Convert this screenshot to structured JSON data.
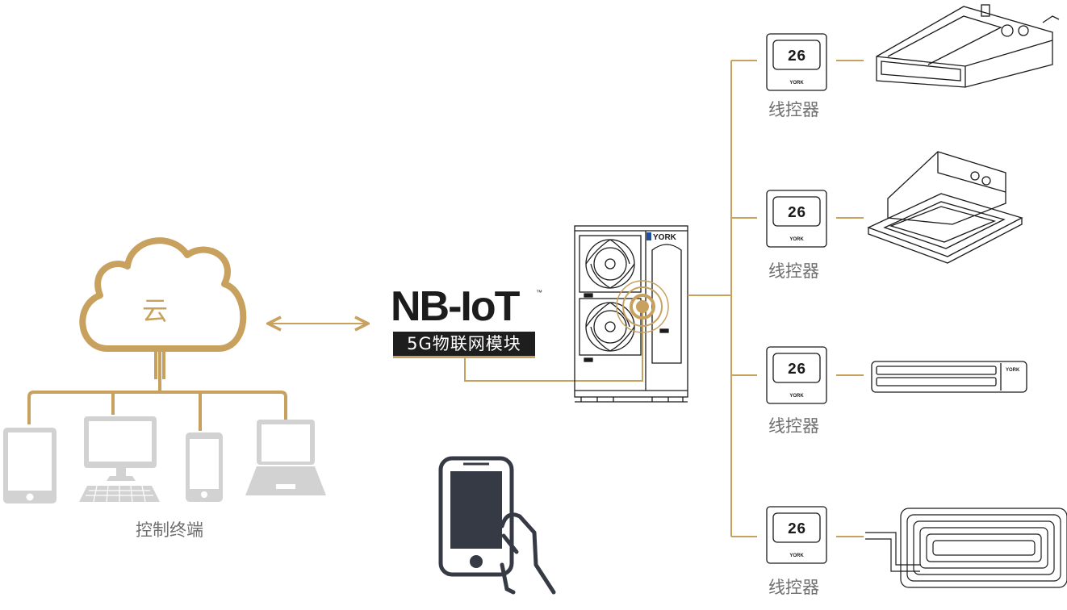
{
  "cloud": {
    "label": "云"
  },
  "terminals": {
    "label": "控制终端"
  },
  "module": {
    "brand": "NB-IoT",
    "tm": "™",
    "subtitle": "5G物联网模块"
  },
  "outdoor_unit": {
    "brand": "YORK"
  },
  "controllers": [
    {
      "label": "线控器",
      "display": "26",
      "brand": "YORK"
    },
    {
      "label": "线控器",
      "display": "26",
      "brand": "YORK"
    },
    {
      "label": "线控器",
      "display": "26",
      "brand": "YORK"
    },
    {
      "label": "线控器",
      "display": "26",
      "brand": "YORK"
    }
  ],
  "indoor_units": [
    {
      "type": "ducted-unit"
    },
    {
      "type": "cassette-unit"
    },
    {
      "type": "wall-unit",
      "brand": "YORK"
    },
    {
      "type": "floor-heating-coil"
    }
  ],
  "colors": {
    "accent": "#c8a15e",
    "device_gray": "#d2d2d2",
    "dark": "#1e1e1e",
    "line": "#1b1b1b"
  }
}
